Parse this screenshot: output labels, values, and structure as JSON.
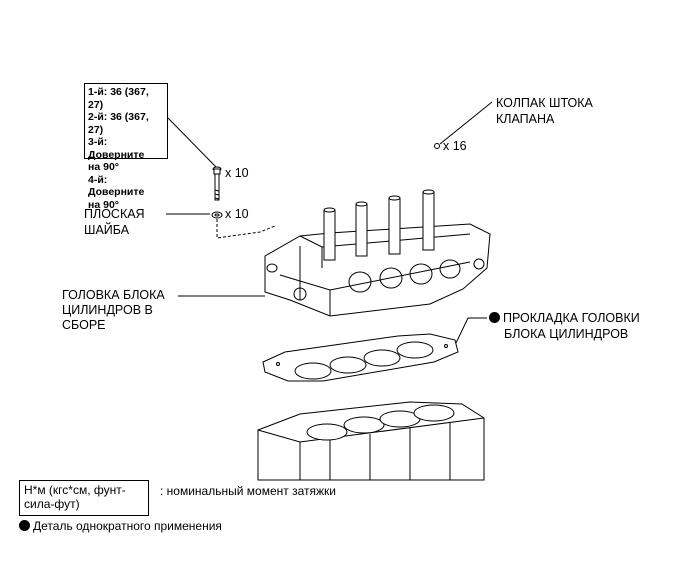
{
  "torque": {
    "lines": [
      "1-й: 36 (367, 27)",
      "2-й: 36 (367, 27)",
      "3-й: Доверните",
      "на 90°",
      "4-й: Доверните",
      "на 90°"
    ]
  },
  "parts": {
    "bolt_qty": "x 10",
    "washer_label_1": "ПЛОСКАЯ",
    "washer_label_2": "ШАЙБА",
    "washer_qty": "x 10",
    "cap_label_1": "КОЛПАК ШТОКА",
    "cap_label_2": "КЛАПАНА",
    "cap_qty": "x 16",
    "head_label_1": "ГОЛОВКА БЛОКА",
    "head_label_2": "ЦИЛИНДРОВ В",
    "head_label_3": "СБОРЕ",
    "gasket_label_1": "ПРОКЛАДКА ГОЛОВКИ",
    "gasket_label_2": "БЛОКА ЦИЛИНДРОВ"
  },
  "legend": {
    "unit_1": "Н*м (кгс*см, фунт-",
    "unit_2": "сила-фут)",
    "unit_desc": ": номинальный момент затяжки",
    "single_use": "Деталь однократного применения"
  }
}
